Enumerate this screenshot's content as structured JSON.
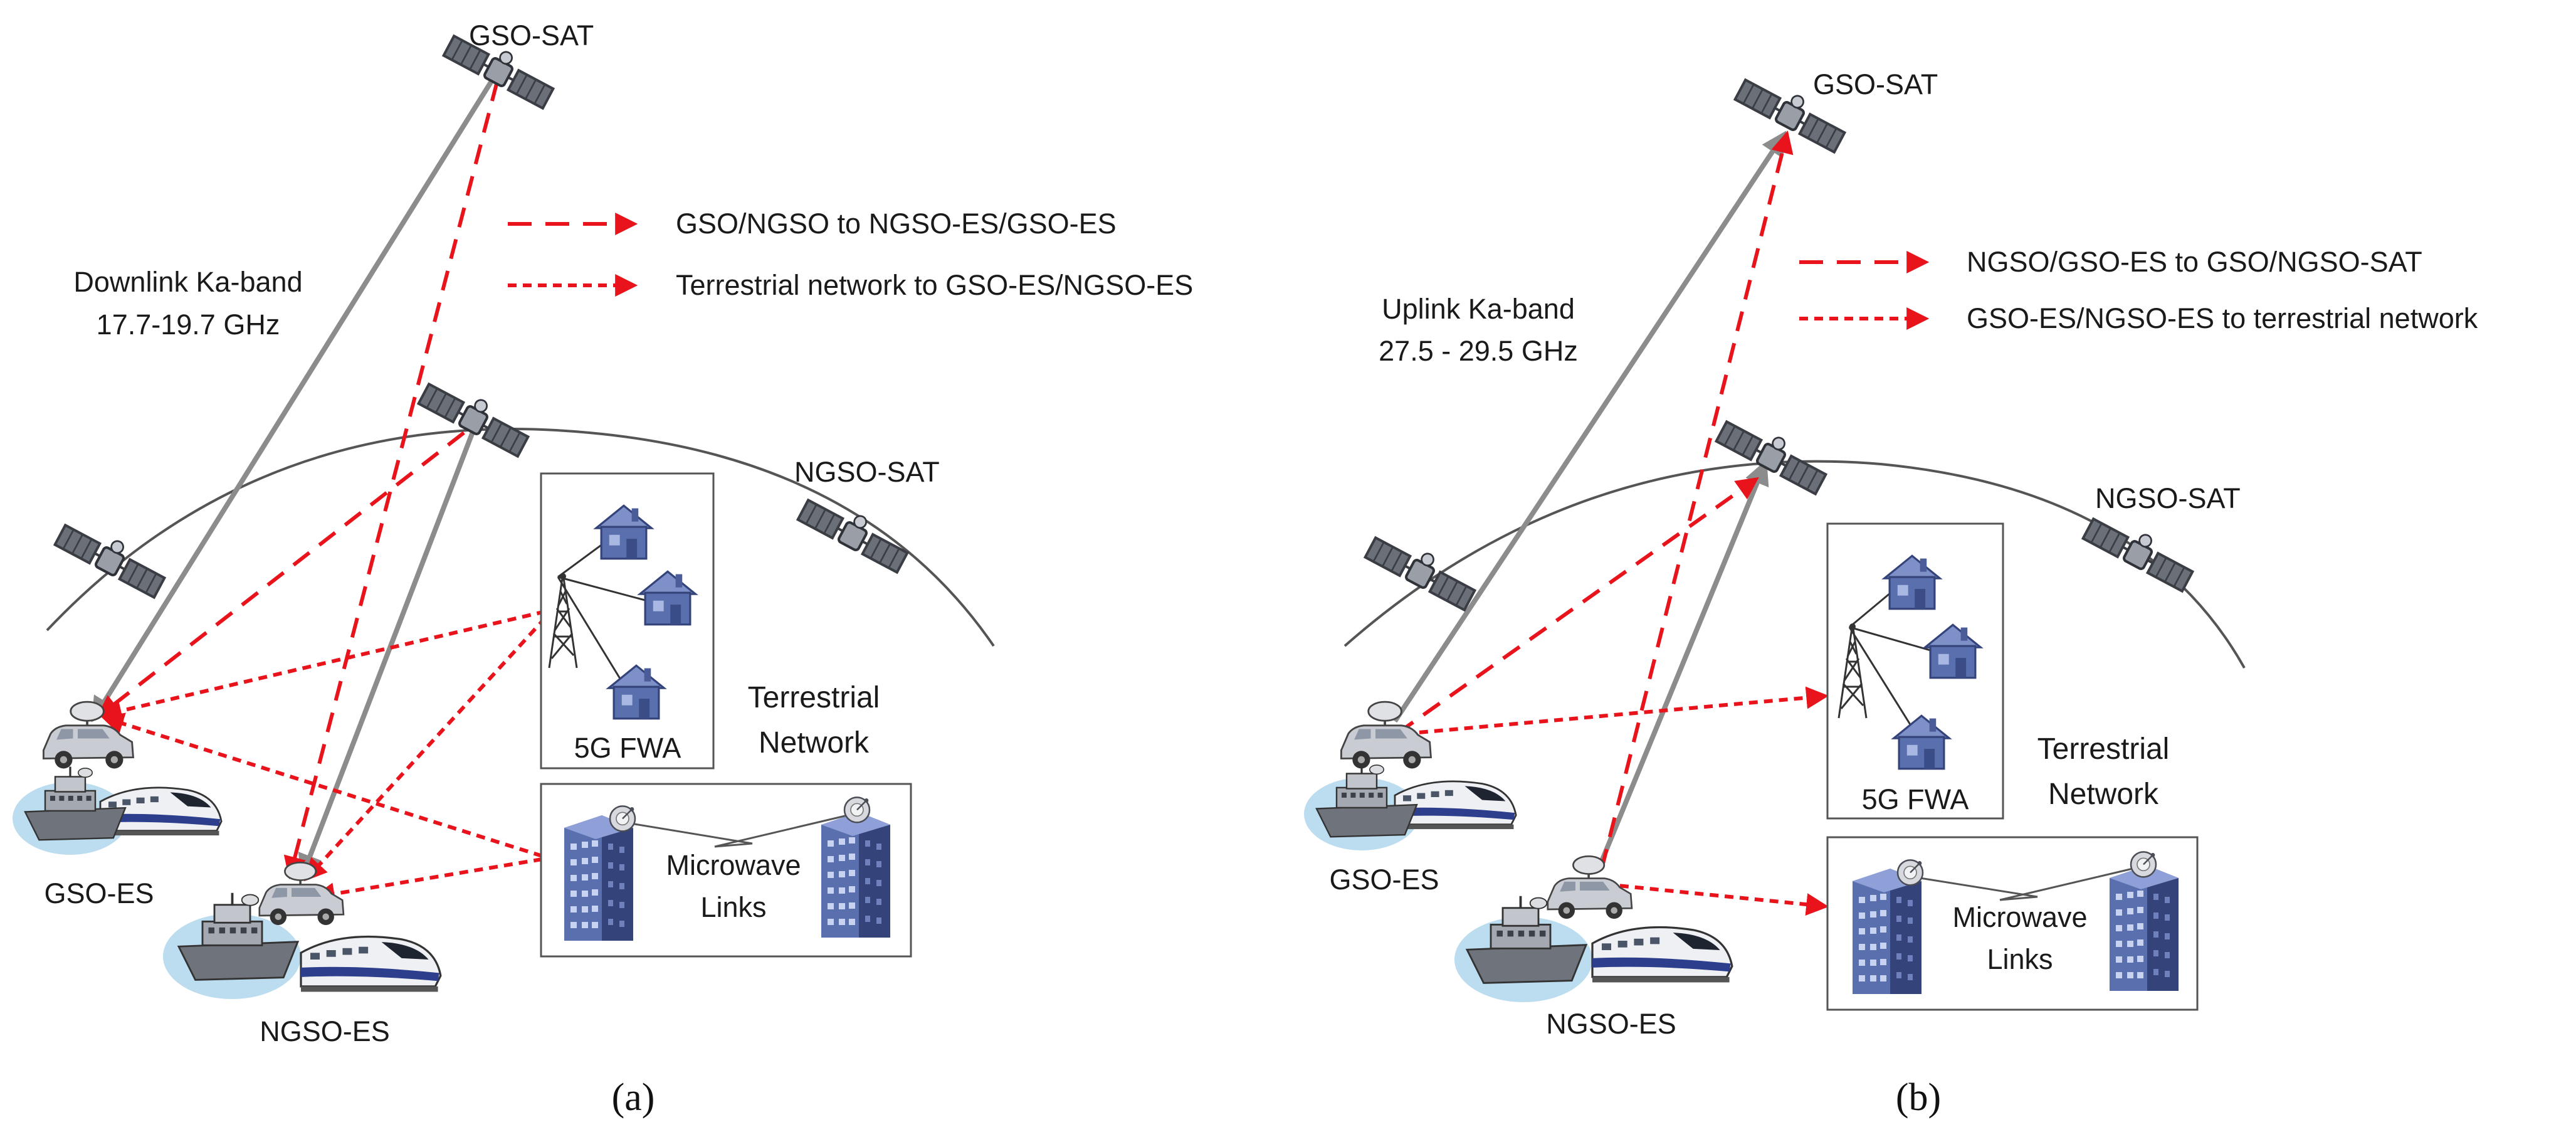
{
  "panels": [
    {
      "caption": "(a)",
      "gso_sat_label": "GSO-SAT",
      "ngso_sat_label": "NGSO-SAT",
      "band_line1": "Downlink Ka-band",
      "band_line2": "17.7-19.7 GHz",
      "legend_dashed": "GSO/NGSO to NGSO-ES/GSO-ES",
      "legend_dotted": "Terrestrial network to GSO-ES/NGSO-ES",
      "fwa_label": "5G FWA",
      "terrestrial_line1": "Terrestrial",
      "terrestrial_line2": "Network",
      "microwave_line1": "Microwave",
      "microwave_line2": "Links",
      "gso_es_label": "GSO-ES",
      "ngso_es_label": "NGSO-ES"
    },
    {
      "caption": "(b)",
      "gso_sat_label": "GSO-SAT",
      "ngso_sat_label": "NGSO-SAT",
      "band_line1": "Uplink Ka-band",
      "band_line2": "27.5 - 29.5 GHz",
      "legend_dashed": "NGSO/GSO-ES to GSO/NGSO-SAT",
      "legend_dotted": "GSO-ES/NGSO-ES to terrestrial network",
      "fwa_label": "5G FWA",
      "terrestrial_line1": "Terrestrial",
      "terrestrial_line2": "Network",
      "microwave_line1": "Microwave",
      "microwave_line2": "Links",
      "gso_es_label": "GSO-ES",
      "ngso_es_label": "NGSO-ES"
    }
  ],
  "colors": {
    "link_red": "#e8131b",
    "beam_gray": "#8c8c8c",
    "building_blue": "#5a6fae",
    "building_dark": "#3b4d86",
    "water_glow": "#bcdcf0",
    "box_border": "#555555"
  },
  "icons": [
    "satellite-icon",
    "house-icon",
    "cell-tower-icon",
    "office-building-icon",
    "dish-icon",
    "car-icon",
    "ship-icon",
    "train-icon"
  ]
}
